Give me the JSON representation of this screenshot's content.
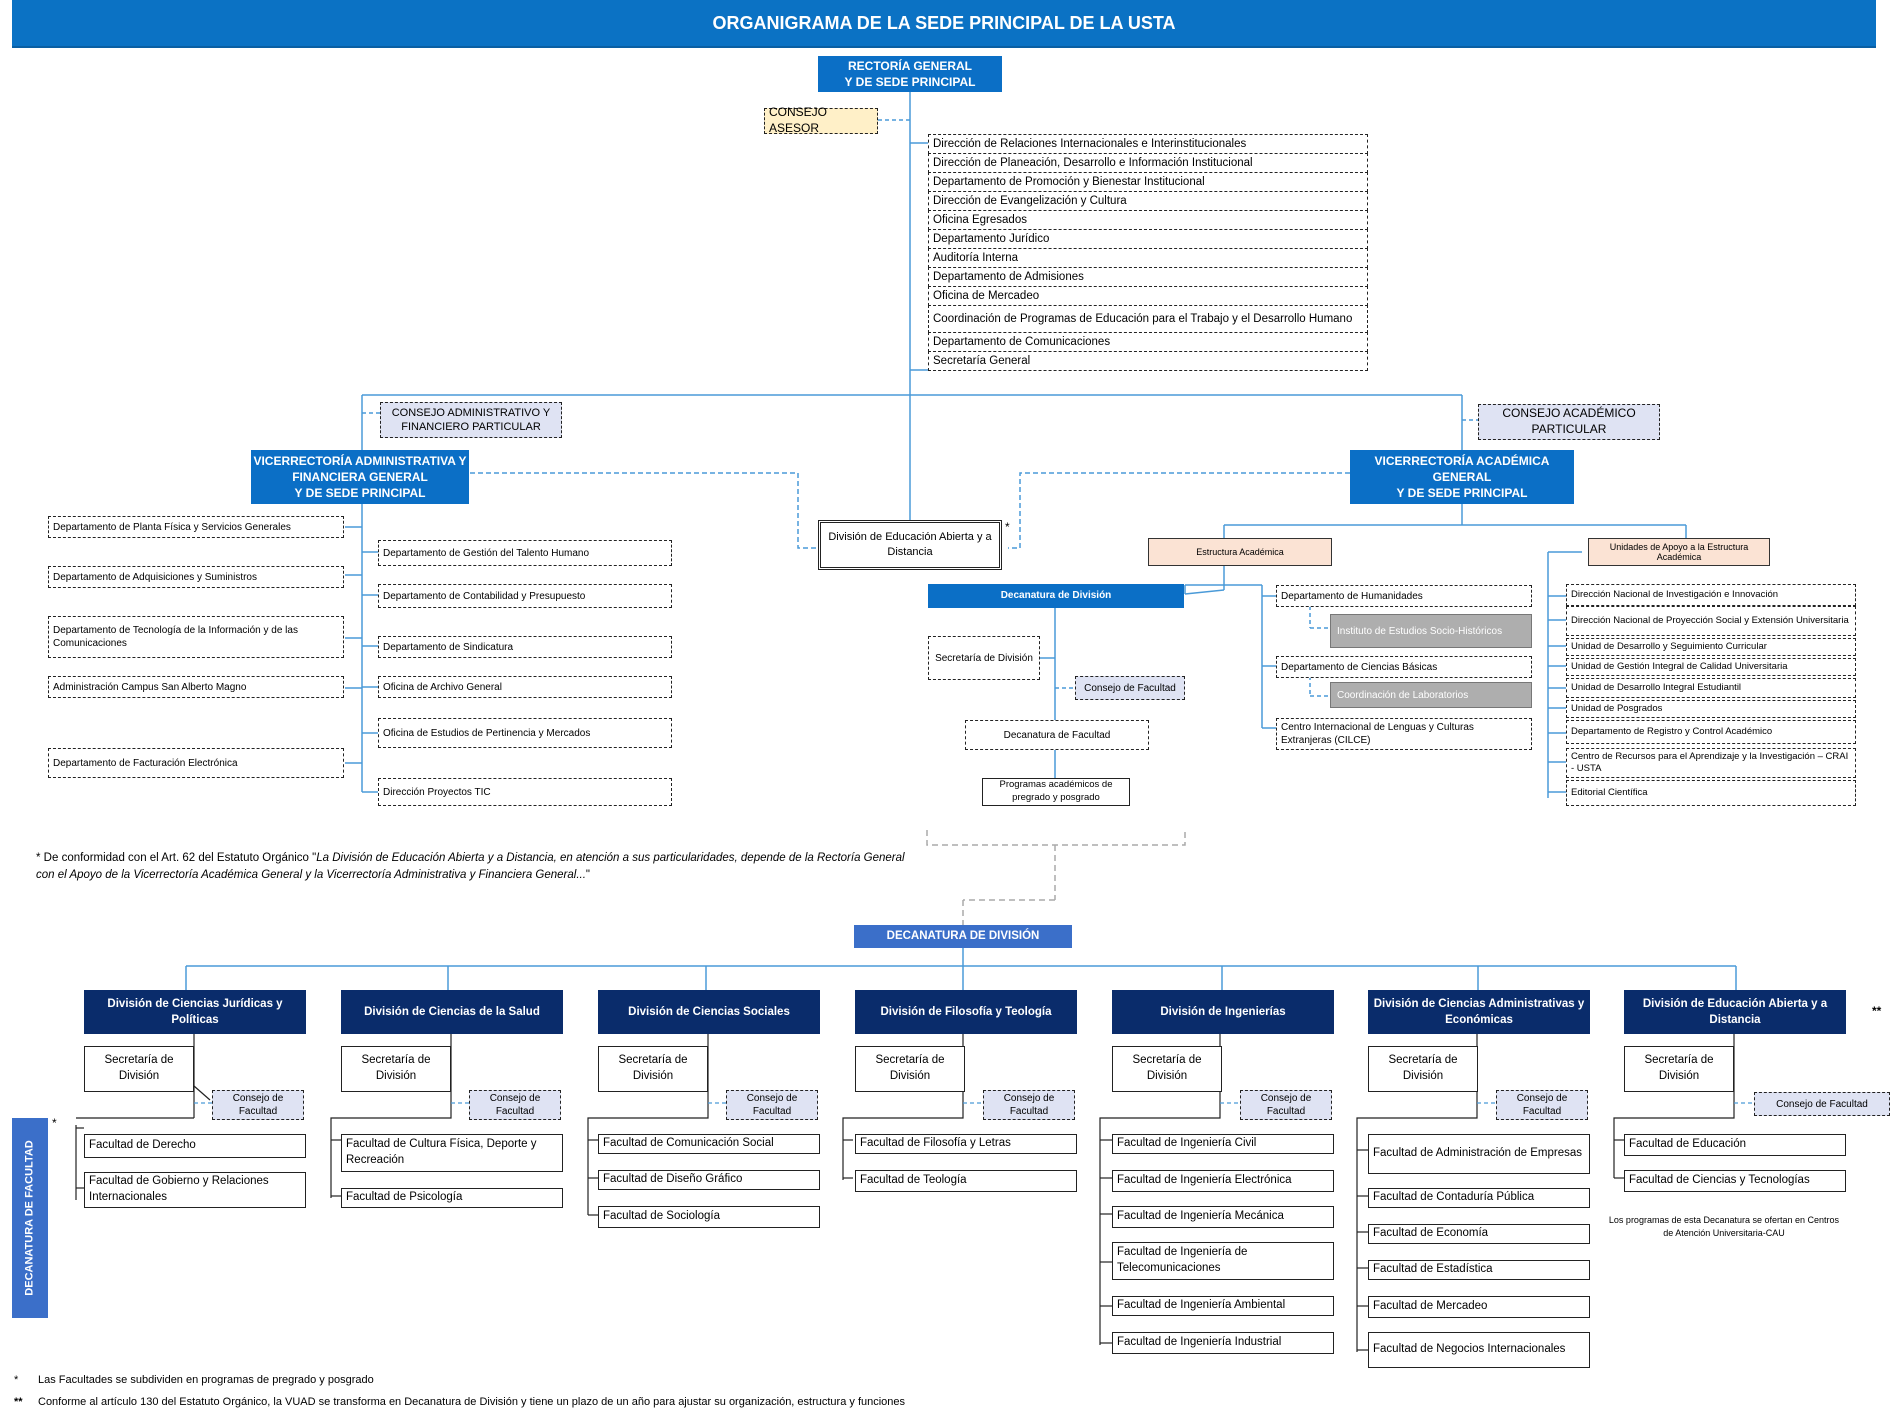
{
  "title": "ORGANIGRAMA DE LA SEDE PRINCIPAL DE LA USTA",
  "rectoria": "RECTORÍA GENERAL\nY DE SEDE PRINCIPAL",
  "consejo_asesor": "CONSEJO ASESOR",
  "rectoria_units": [
    "Dirección de Relaciones Internacionales e Interinstitucionales",
    "Dirección de Planeación, Desarrollo e Información Institucional",
    "Departamento de Promoción y Bienestar Institucional",
    "Dirección de Evangelización y Cultura",
    "Oficina Egresados",
    "Departamento Jurídico",
    "Auditoría Interna",
    "Departamento de Admisiones",
    "Oficina de Mercadeo",
    "Coordinación de Programas de Educación para el Trabajo y el Desarrollo Humano",
    "Departamento de Comunicaciones",
    "Secretaría General"
  ],
  "consejo_admin": "CONSEJO ADMINISTRATIVO Y FINANCIERO PARTICULAR",
  "consejo_academico": "CONSEJO ACADÉMICO PARTICULAR",
  "vice_admin": "VICERRECTORÍA ADMINISTRATIVA Y FINANCIERA GENERAL\nY DE SEDE PRINCIPAL",
  "vice_academica": "VICERRECTORÍA ACADÉMICA GENERAL\nY DE SEDE PRINCIPAL",
  "division_distancia": "División de Educación Abierta y a Distancia",
  "asterisk": "*",
  "admin_left": [
    "Departamento de Planta Física y Servicios Generales",
    "Departamento de Adquisiciones y Suministros",
    "Departamento de Tecnología de la Información y de las Comunicaciones",
    "Administración Campus San Alberto Magno",
    "Departamento de Facturación Electrónica"
  ],
  "admin_right": [
    "Departamento de Gestión del Talento Humano",
    "Departamento de Contabilidad y Presupuesto",
    "Departamento de Sindicatura",
    "Oficina de Archivo General",
    "Oficina de Estudios de Pertinencia y Mercados",
    "Dirección Proyectos TIC"
  ],
  "estructura_academica": "Estructura Académica",
  "unidades_apoyo": "Unidades de Apoyo a la Estructura Académica",
  "decanatura_division": "Decanatura de División",
  "secretaria_division": "Secretaría de División",
  "consejo_facultad": "Consejo de Facultad",
  "decanatura_facultad": "Decanatura de Facultad",
  "programas": "Programas académicos de pregrado y posgrado",
  "humanidades": "Departamento de Humanidades",
  "instituto": "Instituto de Estudios Socio-Históricos",
  "ciencias_basicas": "Departamento de Ciencias Básicas",
  "laboratorios": "Coordinación de Laboratorios",
  "cilce": "Centro Internacional de Lenguas y Culturas Extranjeras (CILCE)",
  "apoyo_units": [
    "Dirección Nacional de Investigación e Innovación",
    "Dirección Nacional de Proyección Social y Extensión Universitaria",
    "Unidad de Desarrollo y Seguimiento Curricular",
    "Unidad de Gestión Integral de Calidad Universitaria",
    "Unidad de Desarrollo Integral Estudiantil",
    "Unidad de Posgrados",
    "Departamento de Registro y Control Académico",
    "Centro de Recursos para el Aprendizaje y la Investigación – CRAI - USTA",
    "Editorial Científica"
  ],
  "note_1": "* De conformidad con el Art. 62 del Estatuto Orgánico \"",
  "note_1_italic": "La División de Educación Abierta y a Distancia, en atención a sus particularidades, depende de la Rectoría General con el Apoyo de la Vicerrectoría Académica General y la Vicerrectoría Administrativa y Financiera General...",
  "note_1_end": "\"",
  "decanatura_division_upper": "DECANATURA DE DIVISIÓN",
  "decanatura_facultad_vertical": "DECANATURA DE FACULTAD",
  "secretaria_label": "Secretaría de División",
  "consejo_label": "Consejo de Facultad",
  "divisions": [
    {
      "name": "División de  Ciencias Jurídicas y Políticas",
      "faculties": [
        "Facultad de Derecho",
        "Facultad de Gobierno y Relaciones Internacionales"
      ]
    },
    {
      "name": "División de  Ciencias de la Salud",
      "faculties": [
        "Facultad de Cultura Física, Deporte y Recreación",
        "Facultad de Psicología"
      ]
    },
    {
      "name": "División de  Ciencias Sociales",
      "faculties": [
        "Facultad de Comunicación Social",
        "Facultad de Diseño Gráfico",
        "Facultad de Sociología"
      ]
    },
    {
      "name": "División de  Filosofía y Teología",
      "faculties": [
        "Facultad de Filosofía y Letras",
        "Facultad de Teología"
      ]
    },
    {
      "name": "División de  Ingenierías",
      "faculties": [
        "Facultad de Ingeniería Civil",
        "Facultad de Ingeniería Electrónica",
        "Facultad de Ingeniería Mecánica",
        "Facultad de Ingeniería de Telecomunicaciones",
        "Facultad de Ingeniería Ambiental",
        "Facultad de Ingeniería Industrial"
      ]
    },
    {
      "name": "División de  Ciencias Administrativas y Económicas",
      "faculties": [
        "Facultad de Administración de Empresas",
        "Facultad de Contaduría Pública",
        "Facultad de Economía",
        "Facultad de Estadística",
        "Facultad de Mercadeo",
        "Facultad de Negocios Internacionales"
      ]
    },
    {
      "name": "División de  Educación Abierta y a Distancia",
      "faculties": [
        "Facultad de Educación",
        "Facultad de Ciencias y Tecnologías"
      ]
    }
  ],
  "double_asterisk": "**",
  "cau_note": "Los programas de esta Decanatura se ofertan en Centros de Atención Universitaria-CAU",
  "footnote_1_mark": "*",
  "footnote_1": "Las Facultades se subdividen en programas de pregrado y posgrado",
  "footnote_2_mark": "**",
  "footnote_2": "Conforme al artículo 130 del Estatuto Orgánico, la VUAD se transforma en Decanatura de División y tiene un plazo de un año para ajustar su organización, estructura y funciones",
  "colors": {
    "blue": "#0b6fc6",
    "navy": "#0a2c6b",
    "line": "#4a9ad8",
    "lavender": "#dfe3f3",
    "peach": "#fbe3d4",
    "gray": "#aeaeae"
  }
}
